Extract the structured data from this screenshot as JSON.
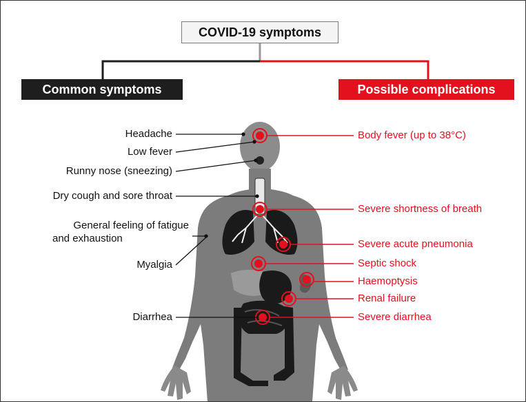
{
  "title": "COVID-19 symptoms",
  "common": {
    "header": "Common symptoms",
    "items": [
      "Headache",
      "Low fever",
      "Runny nose (sneezing)",
      "Dry cough and sore throat",
      "General feeling of fatigue",
      "and exhaustion",
      "Myalgia",
      "Diarrhea"
    ]
  },
  "complications": {
    "header": "Possible complications",
    "items": [
      "Body fever (up to 38°C)",
      "Severe shortness of breath",
      "Severe acute pneumonia",
      "Septic shock",
      "Haemoptysis",
      "Renal failure",
      "Severe diarrhea"
    ]
  },
  "colors": {
    "accent_red": "#e3101d",
    "dark": "#1e1e1e",
    "body_gray": "#7c7c7c",
    "organ_dark": "#1a1a1a"
  },
  "icons": [
    "body-silhouette",
    "marker-ring"
  ]
}
